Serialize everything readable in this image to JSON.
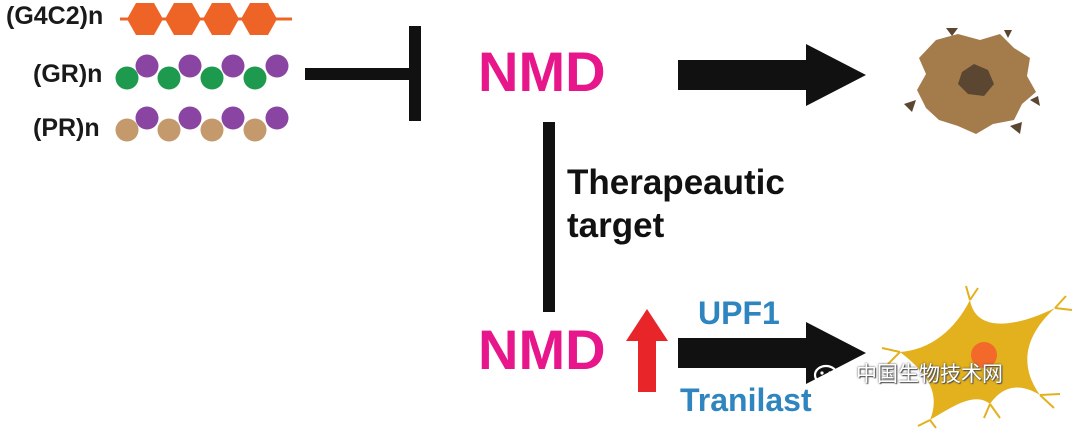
{
  "repeats": [
    {
      "label": "(G4C2)n"
    },
    {
      "label": "(GR)n"
    },
    {
      "label": "(PR)n"
    }
  ],
  "nmd_top": {
    "label": "NMD"
  },
  "nmd_bottom": {
    "label": "NMD"
  },
  "caption": {
    "line1": "Therapeautic",
    "line2": "target"
  },
  "treatments": {
    "upper": "UPF1",
    "lower": "Tranilast"
  },
  "watermark": {
    "text": "中国生物技术网"
  },
  "colors": {
    "hexagon": "#ee6426",
    "green": "#1e9a4e",
    "purple": "#8a45a3",
    "tan": "#c49a6c",
    "nmd_text": "#e7168a",
    "up_arrow": "#e8262a",
    "drug_text": "#2e85bf",
    "dead_cell": "#a47b4a",
    "dead_nucleus": "#5b4632",
    "healthy_cell": "#e2b11d",
    "healthy_nucleus": "#f2692a",
    "line": "#111111"
  },
  "icons": [
    "inhibition-bar-icon",
    "black-arrow-icon",
    "up-arrow-icon",
    "dead-neuron-icon",
    "healthy-neuron-icon",
    "wechat-icon"
  ]
}
